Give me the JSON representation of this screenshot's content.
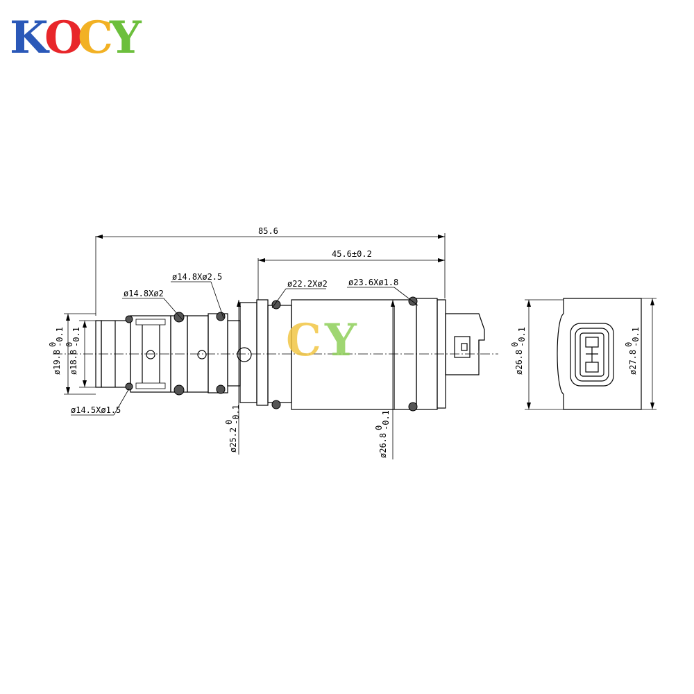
{
  "logo": {
    "letters": [
      "K",
      "O",
      "C",
      "Y"
    ],
    "colors": [
      "#2a58b8",
      "#e8262a",
      "#f2b124",
      "#6cbf3c"
    ]
  },
  "watermark": {
    "letters": [
      "C",
      "Y"
    ],
    "colors": [
      "#f2c645",
      "#8fd05a"
    ]
  },
  "dimensions": {
    "overall_length": "85.6",
    "body_length": "45.6±0.2",
    "oring_1": "ø14.8Xø2",
    "oring_2": "ø14.8Xø2.5",
    "oring_3": "ø22.2Xø2",
    "oring_4": "ø23.6Xø1.8",
    "oring_5": "ø14.5Xø1.5",
    "dia_19_8": "ø19.8",
    "dia_18_8": "ø18.8",
    "dia_25_2": "ø25.2",
    "dia_26_8": "ø26.8",
    "dia_26_8_end": "ø26.8",
    "dia_27_8_end": "ø27.8",
    "tol_upper": "0",
    "tol_lower": "-0.1"
  }
}
